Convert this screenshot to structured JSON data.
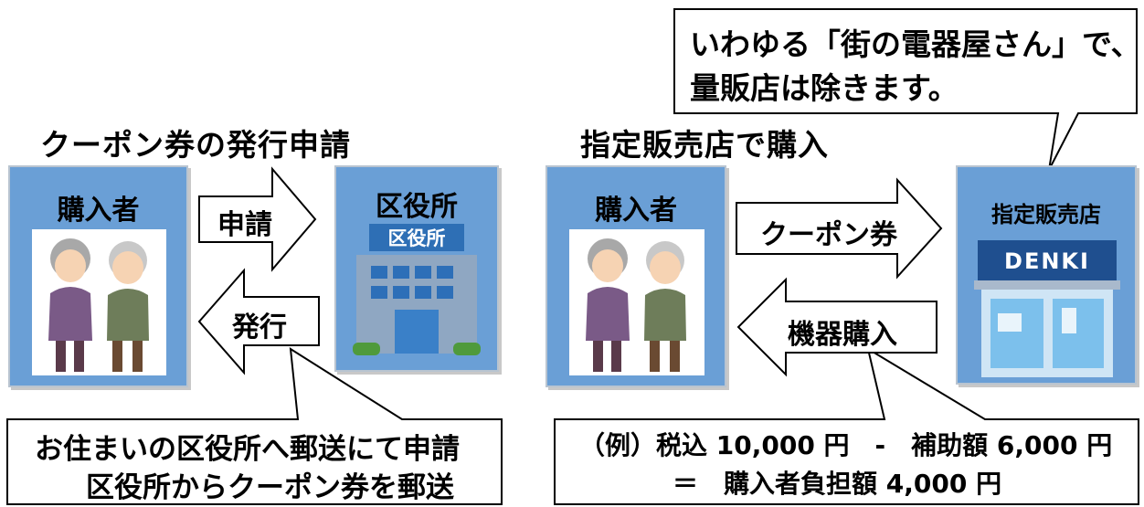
{
  "left": {
    "title": "クーポン券の発行申請",
    "buyer_label": "購入者",
    "office_label": "区役所",
    "office_sign": "区役所",
    "arrow_apply": "申請",
    "arrow_issue": "発行",
    "note_line1": "お住まいの区役所へ郵送にて申請",
    "note_line2": "区役所からクーポン券を郵送"
  },
  "right": {
    "title": "指定販売店で購入",
    "buyer_label": "購入者",
    "shop_label": "指定販売店",
    "shop_sign": "DENKI",
    "arrow_coupon": "クーポン券",
    "arrow_purchase": "機器購入",
    "top_note_line1": "いわゆる「街の電器屋さん」で、",
    "top_note_line2": "量販店は除きます。",
    "example_line1": "（例）税込 10,000 円　-　補助額 6,000 円",
    "example_line2": "＝　購入者負担額 4,000 円"
  },
  "colors": {
    "card_blue": "#6a9fd6",
    "building_blue": "#3d7fc4",
    "shop_navy": "#1f4f8f"
  }
}
